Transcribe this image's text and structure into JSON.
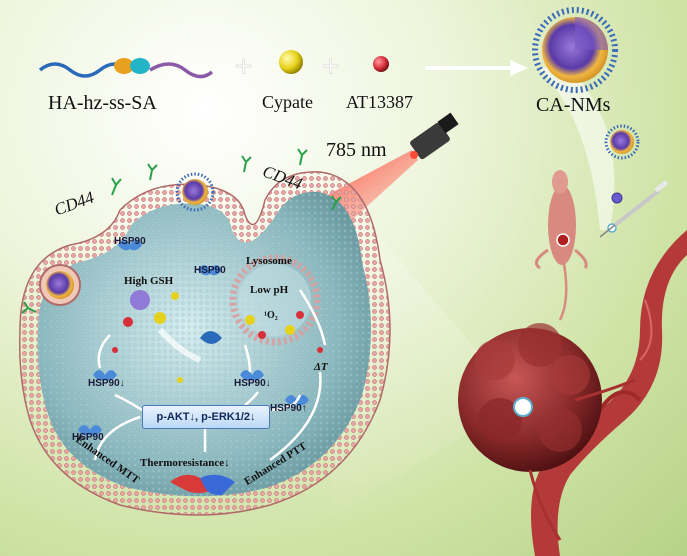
{
  "labels": {
    "polymer": "HA-hz-ss-SA",
    "plus": "+",
    "cypate": "Cypate",
    "drug": "AT13387",
    "nanoparticle": "CA-NMs",
    "laser": "785 nm",
    "receptor": "CD44"
  },
  "cell": {
    "hsp90": "HSP90",
    "high_gsh": "High GSH",
    "lysosome": "Lysosome",
    "low_ph": "Low pH",
    "singlet_oxygen": "¹O₂",
    "delta_t": "ΔT",
    "hsp90_down": "HSP90↓",
    "hsp90_up": "HSP90↑",
    "pathway": "p-AKT↓, p-ERK1/2↓",
    "thermoresistance": "Thermoresistance↓",
    "enhanced_mtt": "Enhanced MTT",
    "enhanced_ptt": "Enhanced PTT"
  },
  "colors": {
    "membrane": "#d9908f",
    "cytoplasm": "#8ab7be",
    "tumor": "#8a2a2a",
    "vessel": "#b43a3a",
    "laser_beam": "#ff3a2a",
    "cypate_sphere": "#e6d21a",
    "drug_sphere": "#d8303a"
  }
}
